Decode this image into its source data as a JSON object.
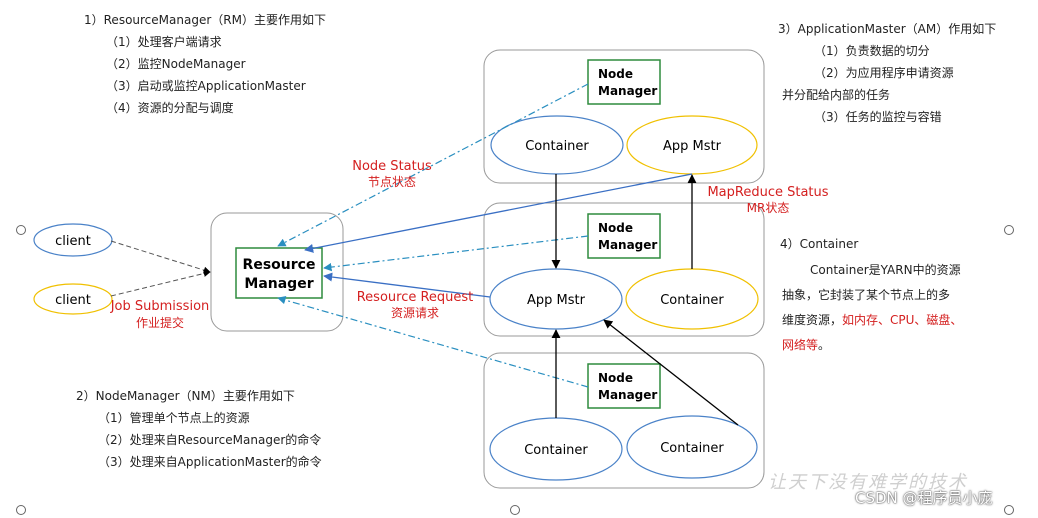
{
  "nodes": {
    "resource_manager": [
      "Resource",
      "Manager"
    ],
    "node_manager": [
      "Node",
      "Manager"
    ],
    "container": "Container",
    "app_master": "App Mstr",
    "client": "client"
  },
  "edge_labels": {
    "node_status": [
      "Node Status",
      "节点状态"
    ],
    "mapreduce_status": [
      "MapReduce Status",
      "MR状态"
    ],
    "resource_request": [
      "Resource Request",
      "资源请求"
    ],
    "job_submission": [
      "Job Submission",
      "作业提交"
    ]
  },
  "notes": {
    "rm": {
      "title": "1）ResourceManager（RM）主要作用如下",
      "items": [
        "（1）处理客户端请求",
        "（2）监控NodeManager",
        "（3）启动或监控ApplicationMaster",
        "（4）资源的分配与调度"
      ]
    },
    "nm": {
      "title": "2）NodeManager（NM）主要作用如下",
      "items": [
        "（1）管理单个节点上的资源",
        "（2）处理来自ResourceManager的命令",
        "（3）处理来自ApplicationMaster的命令"
      ]
    },
    "am": {
      "title": "3）ApplicationMaster（AM）作用如下",
      "items": [
        "（1）负责数据的切分",
        "（2）为应用程序申请资源",
        "并分配给内部的任务",
        "（3）任务的监控与容错"
      ]
    },
    "container": {
      "title": "4）Container",
      "lines": [
        "Container是YARN中的资源",
        "抽象，它封装了某个节点上的多",
        "维度资源，"
      ],
      "highlight": "如内存、CPU、磁盘、",
      "highlight2": "网络等",
      "end": "。"
    }
  },
  "watermark": "CSDN @程序员小庞",
  "faint_watermark": "让天下没有难学的技术",
  "colors": {
    "red": "#d42020",
    "blue": "#3a6fc4",
    "green_border": "#2e8b3d",
    "node_blue": "#4a82c8",
    "node_yellow": "#f0c000"
  }
}
